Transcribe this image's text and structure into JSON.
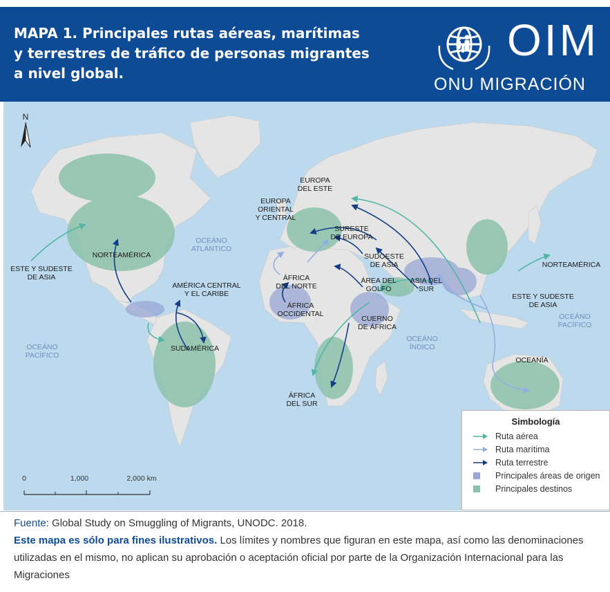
{
  "header": {
    "title_lines": [
      "MAPA 1. Principales rutas aéreas, marítimas",
      "y terrestres de tráfico de personas migrantes",
      "a nivel global."
    ],
    "logo_word": "OIM",
    "logo_sub": "ONU MIGRACIÓN"
  },
  "map": {
    "north": "N",
    "regions": [
      {
        "id": "europa-del-este",
        "lines": [
          "EUROPA",
          "DEL ESTE"
        ]
      },
      {
        "id": "europa-oriental",
        "lines": [
          "EUROPA",
          "ORIENTAL",
          "Y CENTRAL"
        ]
      },
      {
        "id": "sureste-europa",
        "lines": [
          "SURESTE",
          "DE EUROPA"
        ]
      },
      {
        "id": "sudoeste-asia",
        "lines": [
          "SUDOESTE",
          "DE ASIA"
        ]
      },
      {
        "id": "norteamerica-west",
        "lines": [
          "NORTEAMÉRICA"
        ]
      },
      {
        "id": "norteamerica-east",
        "lines": [
          "NORTEAMÉRICA"
        ]
      },
      {
        "id": "este-sudeste-asia-west",
        "lines": [
          "ESTE Y SUDESTE",
          "DE ASIA"
        ]
      },
      {
        "id": "este-sudeste-asia-east",
        "lines": [
          "ESTE Y SUDESTE",
          "DE ASIA"
        ]
      },
      {
        "id": "america-central",
        "lines": [
          "AMÉRICA CENTRAL",
          "Y EL CARIBE"
        ]
      },
      {
        "id": "sudamerica",
        "lines": [
          "SUDAMÉRICA"
        ]
      },
      {
        "id": "africa-norte",
        "lines": [
          "ÁFRICA",
          "DEL NORTE"
        ]
      },
      {
        "id": "africa-occidental",
        "lines": [
          "ÁFRICA",
          "OCCIDENTAL"
        ]
      },
      {
        "id": "area-golfo",
        "lines": [
          "ÁREA DEL",
          "GOLFO"
        ]
      },
      {
        "id": "asia-sur",
        "lines": [
          "ASIA DEL",
          "SUR"
        ]
      },
      {
        "id": "cuerno-africa",
        "lines": [
          "CUERNO",
          "DE ÁFRICA"
        ]
      },
      {
        "id": "africa-sur",
        "lines": [
          "ÁFRICA",
          "DEL SUR"
        ]
      },
      {
        "id": "oceania",
        "lines": [
          "OCEANÍA"
        ]
      }
    ],
    "oceans": [
      {
        "id": "atlantico",
        "lines": [
          "OCEÁNO",
          "ATLÁNTICO"
        ]
      },
      {
        "id": "pacifico-west",
        "lines": [
          "OCEÁNO",
          "PACÍFICO"
        ]
      },
      {
        "id": "indico",
        "lines": [
          "OCEÁNO",
          "ÍNDICO"
        ]
      },
      {
        "id": "pacifico-east",
        "lines": [
          "OCEÁNO",
          "PACÍFICO"
        ]
      }
    ],
    "scale": {
      "labels": [
        "0",
        "1,000",
        "2,000 km"
      ]
    },
    "colors": {
      "ocean": "#bcd9ee",
      "land": "#e5e5e5",
      "destination": "#8cc2ac",
      "origin": "#98a7d6",
      "air": "#4fb6a4",
      "maritime": "#93aee0",
      "land_route": "#123e87"
    }
  },
  "legend": {
    "title": "Simbología",
    "items": [
      {
        "label": "Ruta aérea",
        "kind": "air"
      },
      {
        "label": "Ruta marítima",
        "kind": "maritime"
      },
      {
        "label": "Ruta terrestre",
        "kind": "land_route"
      },
      {
        "label": "Principales áreas de origen",
        "kind": "origin"
      },
      {
        "label": "Principales destinos",
        "kind": "destination"
      }
    ]
  },
  "footer": {
    "source_label": "Fuente",
    "source_text": ": Global Study on Smuggling of Migrants, UNODC. 2018.",
    "disclaimer_bold": "Este mapa es sólo para fines ilustrativos.",
    "disclaimer_text": " Los límites y nombres que figuran en este mapa, así como las denominaciones utilizadas en el mismo, no aplican su aprobación o aceptación oficial por parte de la Organización Internacional para las Migraciones"
  }
}
